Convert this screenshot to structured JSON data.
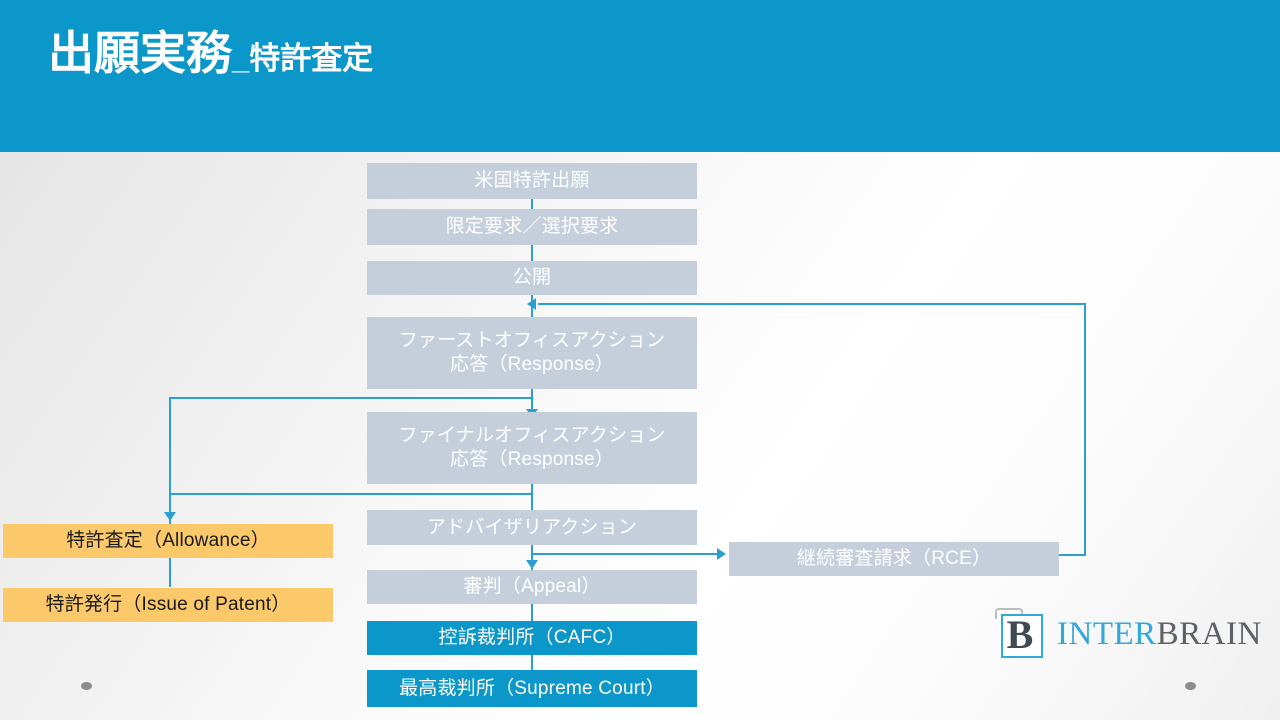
{
  "slide": {
    "title_main": "出願実務",
    "title_sub": "_特許査定",
    "header_color": "#0b97c9",
    "background_note": "light gray diagonal gradient"
  },
  "colors": {
    "accent_blue": "#0b97c9",
    "connector_blue": "#2b9fd0",
    "box_gray": "#c5cfdb",
    "box_orange": "#fbc86a",
    "text_white": "#ffffff",
    "text_dark": "#1a1a1a",
    "logo_blue": "#2fa8dd",
    "logo_gray": "#5d6166"
  },
  "flow": {
    "main_column": [
      {
        "label": "米国特許出願",
        "style": "gray"
      },
      {
        "label": "限定要求／選択要求",
        "style": "gray"
      },
      {
        "label": "公開",
        "style": "gray"
      },
      {
        "label": "ファーストオフィスアクション\n応答（Response）",
        "style": "gray"
      },
      {
        "label": "ファイナルオフィスアクション\n応答（Response）",
        "style": "gray"
      },
      {
        "label": "アドバイザリアクション",
        "style": "gray"
      },
      {
        "label": "審判（Appeal）",
        "style": "gray"
      },
      {
        "label": "控訴裁判所（CAFC）",
        "style": "blue"
      },
      {
        "label": "最高裁判所（Supreme Court）",
        "style": "blue"
      }
    ],
    "left_column": [
      {
        "label": "特許査定（Allowance）",
        "style": "orange"
      },
      {
        "label": "特許発行（Issue of Patent）",
        "style": "orange"
      }
    ],
    "right_column": [
      {
        "label": "継続審査請求（RCE）",
        "style": "gray"
      }
    ]
  },
  "logo": {
    "mark_letter": "B",
    "word_first": "INTER",
    "word_second": "BRAIN"
  }
}
